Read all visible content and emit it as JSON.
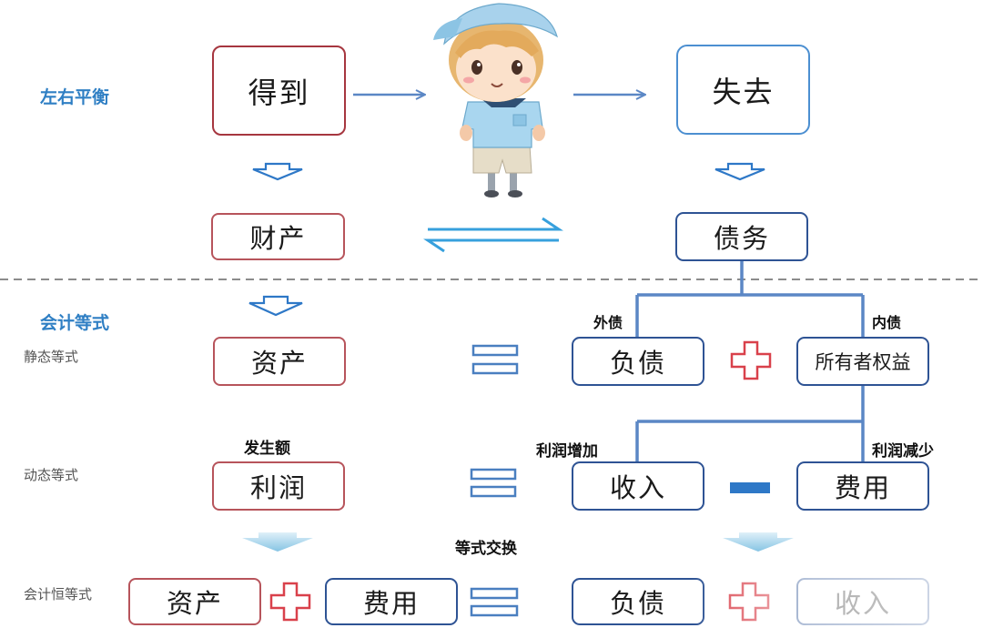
{
  "labels": {
    "balance_title": "左右平衡",
    "accounting_title": "会计等式",
    "static_eq": "静态等式",
    "dynamic_eq": "动态等式",
    "constant_eq": "会计恒等式",
    "external_debt": "外债",
    "internal_debt": "内债",
    "amount_incurred": "发生额",
    "profit_increase": "利润增加",
    "profit_decrease": "利润减少",
    "equation_exchange": "等式交换"
  },
  "boxes": {
    "gain": "得到",
    "lose": "失去",
    "property": "财产",
    "debt": "债务",
    "assets": "资产",
    "liabilities": "负债",
    "owner_equity": "所有者权益",
    "profit": "利润",
    "revenue": "收入",
    "expense": "费用",
    "bottom_assets": "资产",
    "bottom_expense": "费用",
    "bottom_liabilities": "负债",
    "bottom_revenue": "收入"
  },
  "colors": {
    "red": "#a6363f",
    "navy": "#2e5394",
    "light_blue": "#4c8fd1",
    "title_blue": "#2f7fc4",
    "connector": "#5b87c5"
  }
}
